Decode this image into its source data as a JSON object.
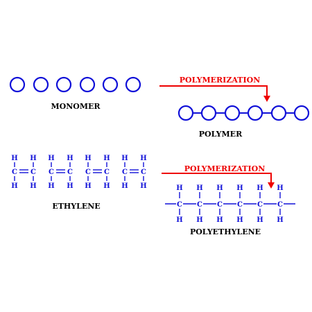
{
  "colors": {
    "blue": "#1010d8",
    "red": "#ee0000",
    "black": "#000000"
  },
  "monomer": {
    "label": "MONOMER"
  },
  "polymer": {
    "label": "POLYMER"
  },
  "arrow_top": {
    "label": "POLYMERIZATION"
  },
  "arrow_bottom": {
    "label": "POLYMERIZATION"
  },
  "ethylene": {
    "label": "ETHYLENE",
    "atoms": {
      "hydrogen": "H",
      "carbon": "C"
    }
  },
  "polyethylene": {
    "label": "POLYETHYLENE",
    "atoms": {
      "hydrogen": "H",
      "carbon": "C"
    }
  }
}
